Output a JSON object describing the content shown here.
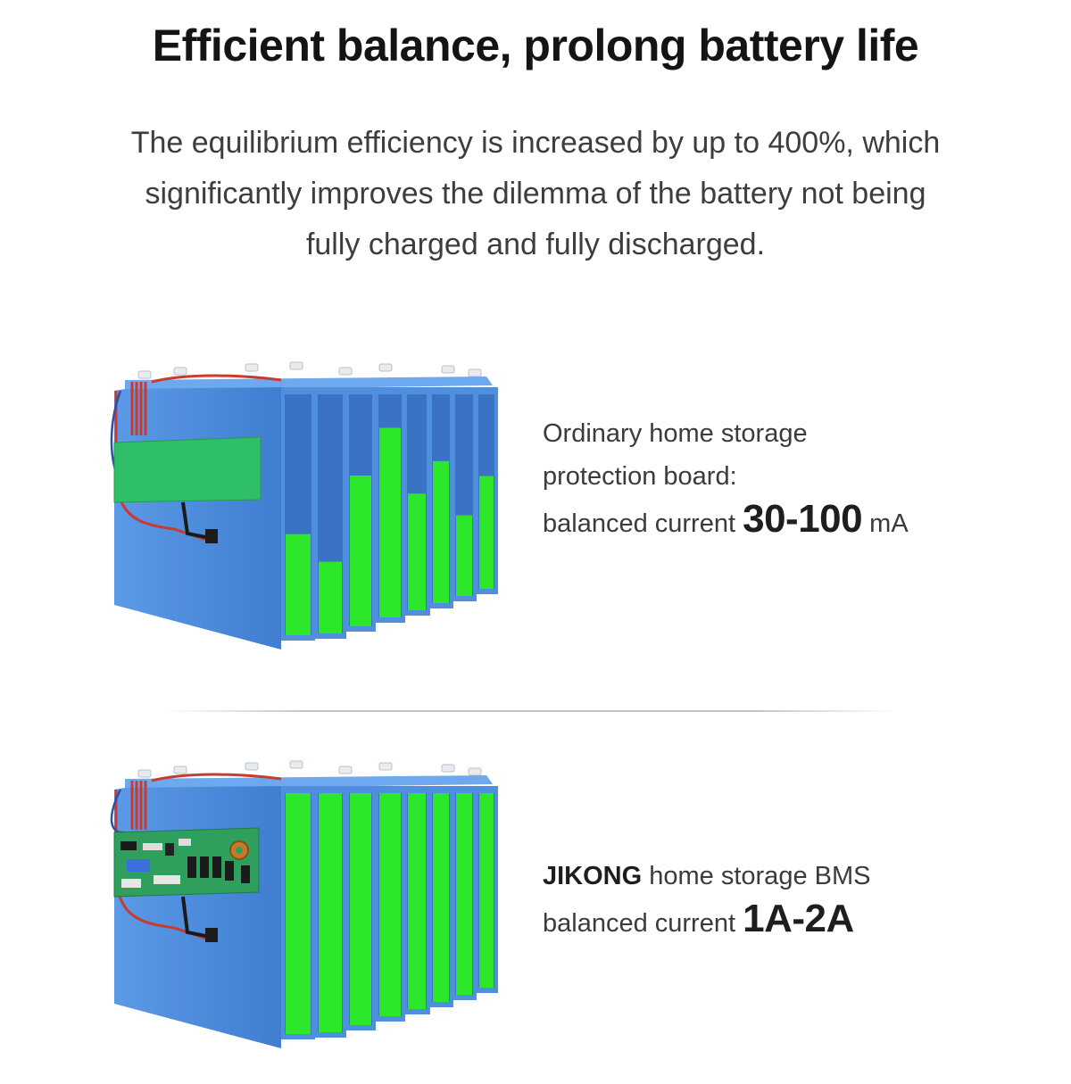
{
  "headline": "Efficient balance, prolong battery life",
  "intro": {
    "line1": "The equilibrium efficiency is increased by up to 400%, which",
    "line2": "significantly improves the dilemma of the battery not being",
    "line3": "fully charged and fully discharged."
  },
  "ordinary": {
    "line1": "Ordinary home storage",
    "line2": "protection board:",
    "prefix": "balanced current ",
    "value": "30-100",
    "unit": " mA",
    "cell_charge_levels": [
      0.42,
      0.3,
      0.65,
      0.85,
      0.54,
      0.68,
      0.4,
      0.58
    ]
  },
  "jikong": {
    "brand": "JIKONG",
    "line1_rest": " home storage BMS",
    "prefix": "balanced current ",
    "value": "1A-2A",
    "cell_charge_levels": [
      1,
      1,
      1,
      1,
      1,
      1,
      1,
      1
    ]
  },
  "colors": {
    "cell_blue": "#4f8fde",
    "cell_green": "#2de82a",
    "board_green": "#2fbf68",
    "wire_red": "#c93a2f"
  }
}
